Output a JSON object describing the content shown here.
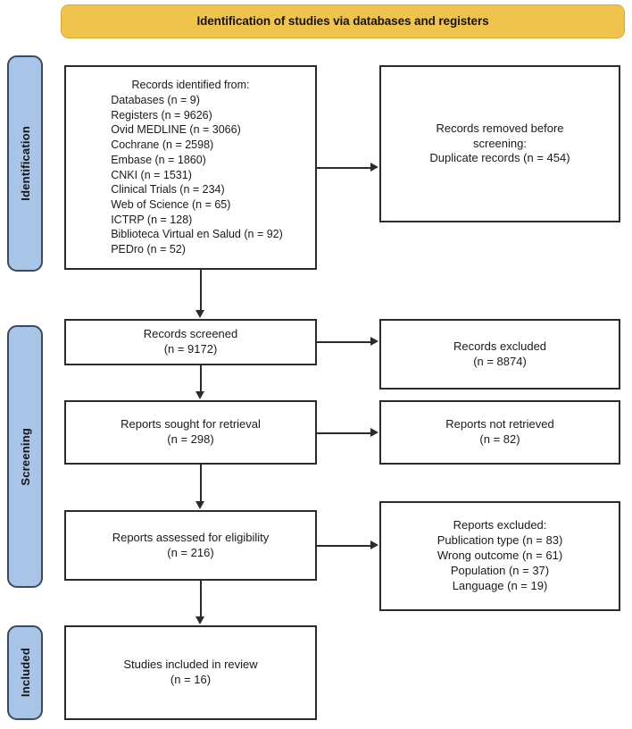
{
  "header": {
    "title": "Identification of studies via databases and registers",
    "background_color": "#f0c44c"
  },
  "stages": {
    "identification": {
      "label": "Identification",
      "color": "#a8c5e8"
    },
    "screening": {
      "label": "Screening",
      "color": "#a8c5e8"
    },
    "included": {
      "label": "Included",
      "color": "#a8c5e8"
    }
  },
  "boxes": {
    "records_identified": {
      "heading": "Records identified from:",
      "sources_text": "Databases (n = 9)\nRegisters (n = 9626)\nOvid MEDLINE (n = 3066)\nCochrane (n = 2598)\nEmbase (n = 1860)\nCNKI (n = 1531)\nClinical Trials (n = 234)\nWeb of Science (n = 65)\nICTRP (n = 128)\nBiblioteca Virtual en Salud (n = 92)\nPEDro (n = 52)"
    },
    "records_removed": {
      "text": "Records removed before\nscreening:\nDuplicate records (n = 454)"
    },
    "records_screened": {
      "text": "Records screened\n(n = 9172)"
    },
    "records_excluded": {
      "text": "Records excluded\n(n = 8874)"
    },
    "reports_sought": {
      "text": "Reports sought for retrieval\n(n = 298)"
    },
    "reports_not_retrieved": {
      "text": "Reports not retrieved\n(n = 82)"
    },
    "reports_assessed": {
      "text": "Reports assessed for eligibility\n(n = 216)"
    },
    "reports_excluded": {
      "text": "Reports excluded:\nPublication type (n = 83)\nWrong outcome (n = 61)\nPopulation (n = 37)\nLanguage (n = 19)"
    },
    "studies_included": {
      "text": "Studies included in review\n(n = 16)"
    }
  },
  "chart_data": {
    "type": "diagram",
    "title": "Identification of studies via databases and registers",
    "nodes": [
      {
        "id": "records_identified",
        "stage": "Identification",
        "label": "Records identified from",
        "total_sources": 11,
        "sources": [
          {
            "name": "Databases",
            "n": 9
          },
          {
            "name": "Registers",
            "n": 9626
          },
          {
            "name": "Ovid MEDLINE",
            "n": 3066
          },
          {
            "name": "Cochrane",
            "n": 2598
          },
          {
            "name": "Embase",
            "n": 1860
          },
          {
            "name": "CNKI",
            "n": 1531
          },
          {
            "name": "Clinical Trials",
            "n": 234
          },
          {
            "name": "Web of Science",
            "n": 65
          },
          {
            "name": "ICTRP",
            "n": 128
          },
          {
            "name": "Biblioteca Virtual en Salud",
            "n": 92
          },
          {
            "name": "PEDro",
            "n": 52
          }
        ]
      },
      {
        "id": "records_removed",
        "stage": "Identification",
        "label": "Records removed before screening: Duplicate records",
        "n": 454
      },
      {
        "id": "records_screened",
        "stage": "Screening",
        "label": "Records screened",
        "n": 9172
      },
      {
        "id": "records_excluded",
        "stage": "Screening",
        "label": "Records excluded",
        "n": 8874
      },
      {
        "id": "reports_sought",
        "stage": "Screening",
        "label": "Reports sought for retrieval",
        "n": 298
      },
      {
        "id": "reports_not_retrieved",
        "stage": "Screening",
        "label": "Reports not retrieved",
        "n": 82
      },
      {
        "id": "reports_assessed",
        "stage": "Screening",
        "label": "Reports assessed for eligibility",
        "n": 216
      },
      {
        "id": "reports_excluded",
        "stage": "Screening",
        "label": "Reports excluded",
        "reasons": [
          {
            "name": "Publication type",
            "n": 83
          },
          {
            "name": "Wrong outcome",
            "n": 61
          },
          {
            "name": "Population",
            "n": 37
          },
          {
            "name": "Language",
            "n": 19
          }
        ]
      },
      {
        "id": "studies_included",
        "stage": "Included",
        "label": "Studies included in review",
        "n": 16
      }
    ],
    "edges": [
      {
        "from": "records_identified",
        "to": "records_removed",
        "direction": "right"
      },
      {
        "from": "records_identified",
        "to": "records_screened",
        "direction": "down"
      },
      {
        "from": "records_screened",
        "to": "records_excluded",
        "direction": "right"
      },
      {
        "from": "records_screened",
        "to": "reports_sought",
        "direction": "down"
      },
      {
        "from": "reports_sought",
        "to": "reports_not_retrieved",
        "direction": "right"
      },
      {
        "from": "reports_sought",
        "to": "reports_assessed",
        "direction": "down"
      },
      {
        "from": "reports_assessed",
        "to": "reports_excluded",
        "direction": "right"
      },
      {
        "from": "reports_assessed",
        "to": "studies_included",
        "direction": "down"
      }
    ]
  }
}
